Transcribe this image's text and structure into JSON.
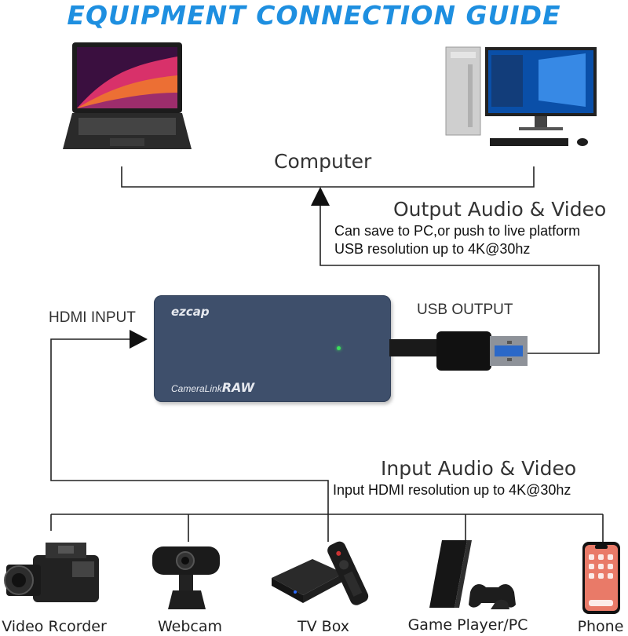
{
  "title": "EQUIPMENT CONNECTION GUIDE",
  "computer": {
    "label": "Computer"
  },
  "output": {
    "heading": "Output Audio & Video",
    "line1": "Can save to PC,or push to live platform",
    "line2": "USB resolution up to 4K@30hz"
  },
  "ports": {
    "hdmi_input": "HDMI INPUT",
    "usb_output": "USB OUTPUT"
  },
  "device": {
    "brand": "ezcap",
    "model_prefix": "CameraLink",
    "model_suffix": "RAW"
  },
  "input": {
    "heading": "Input Audio & Video",
    "line1": "Input HDMI resolution up to 4K@30hz"
  },
  "sources": [
    {
      "label": "Video Rcorder"
    },
    {
      "label": "Webcam"
    },
    {
      "label": "TV Box"
    },
    {
      "label": "Game Player/PC"
    },
    {
      "label": "Phone"
    }
  ],
  "colors": {
    "title": "#1e8fe0",
    "device_body": "#3e4f6b",
    "led": "#3be05a",
    "lines": "#222222"
  }
}
